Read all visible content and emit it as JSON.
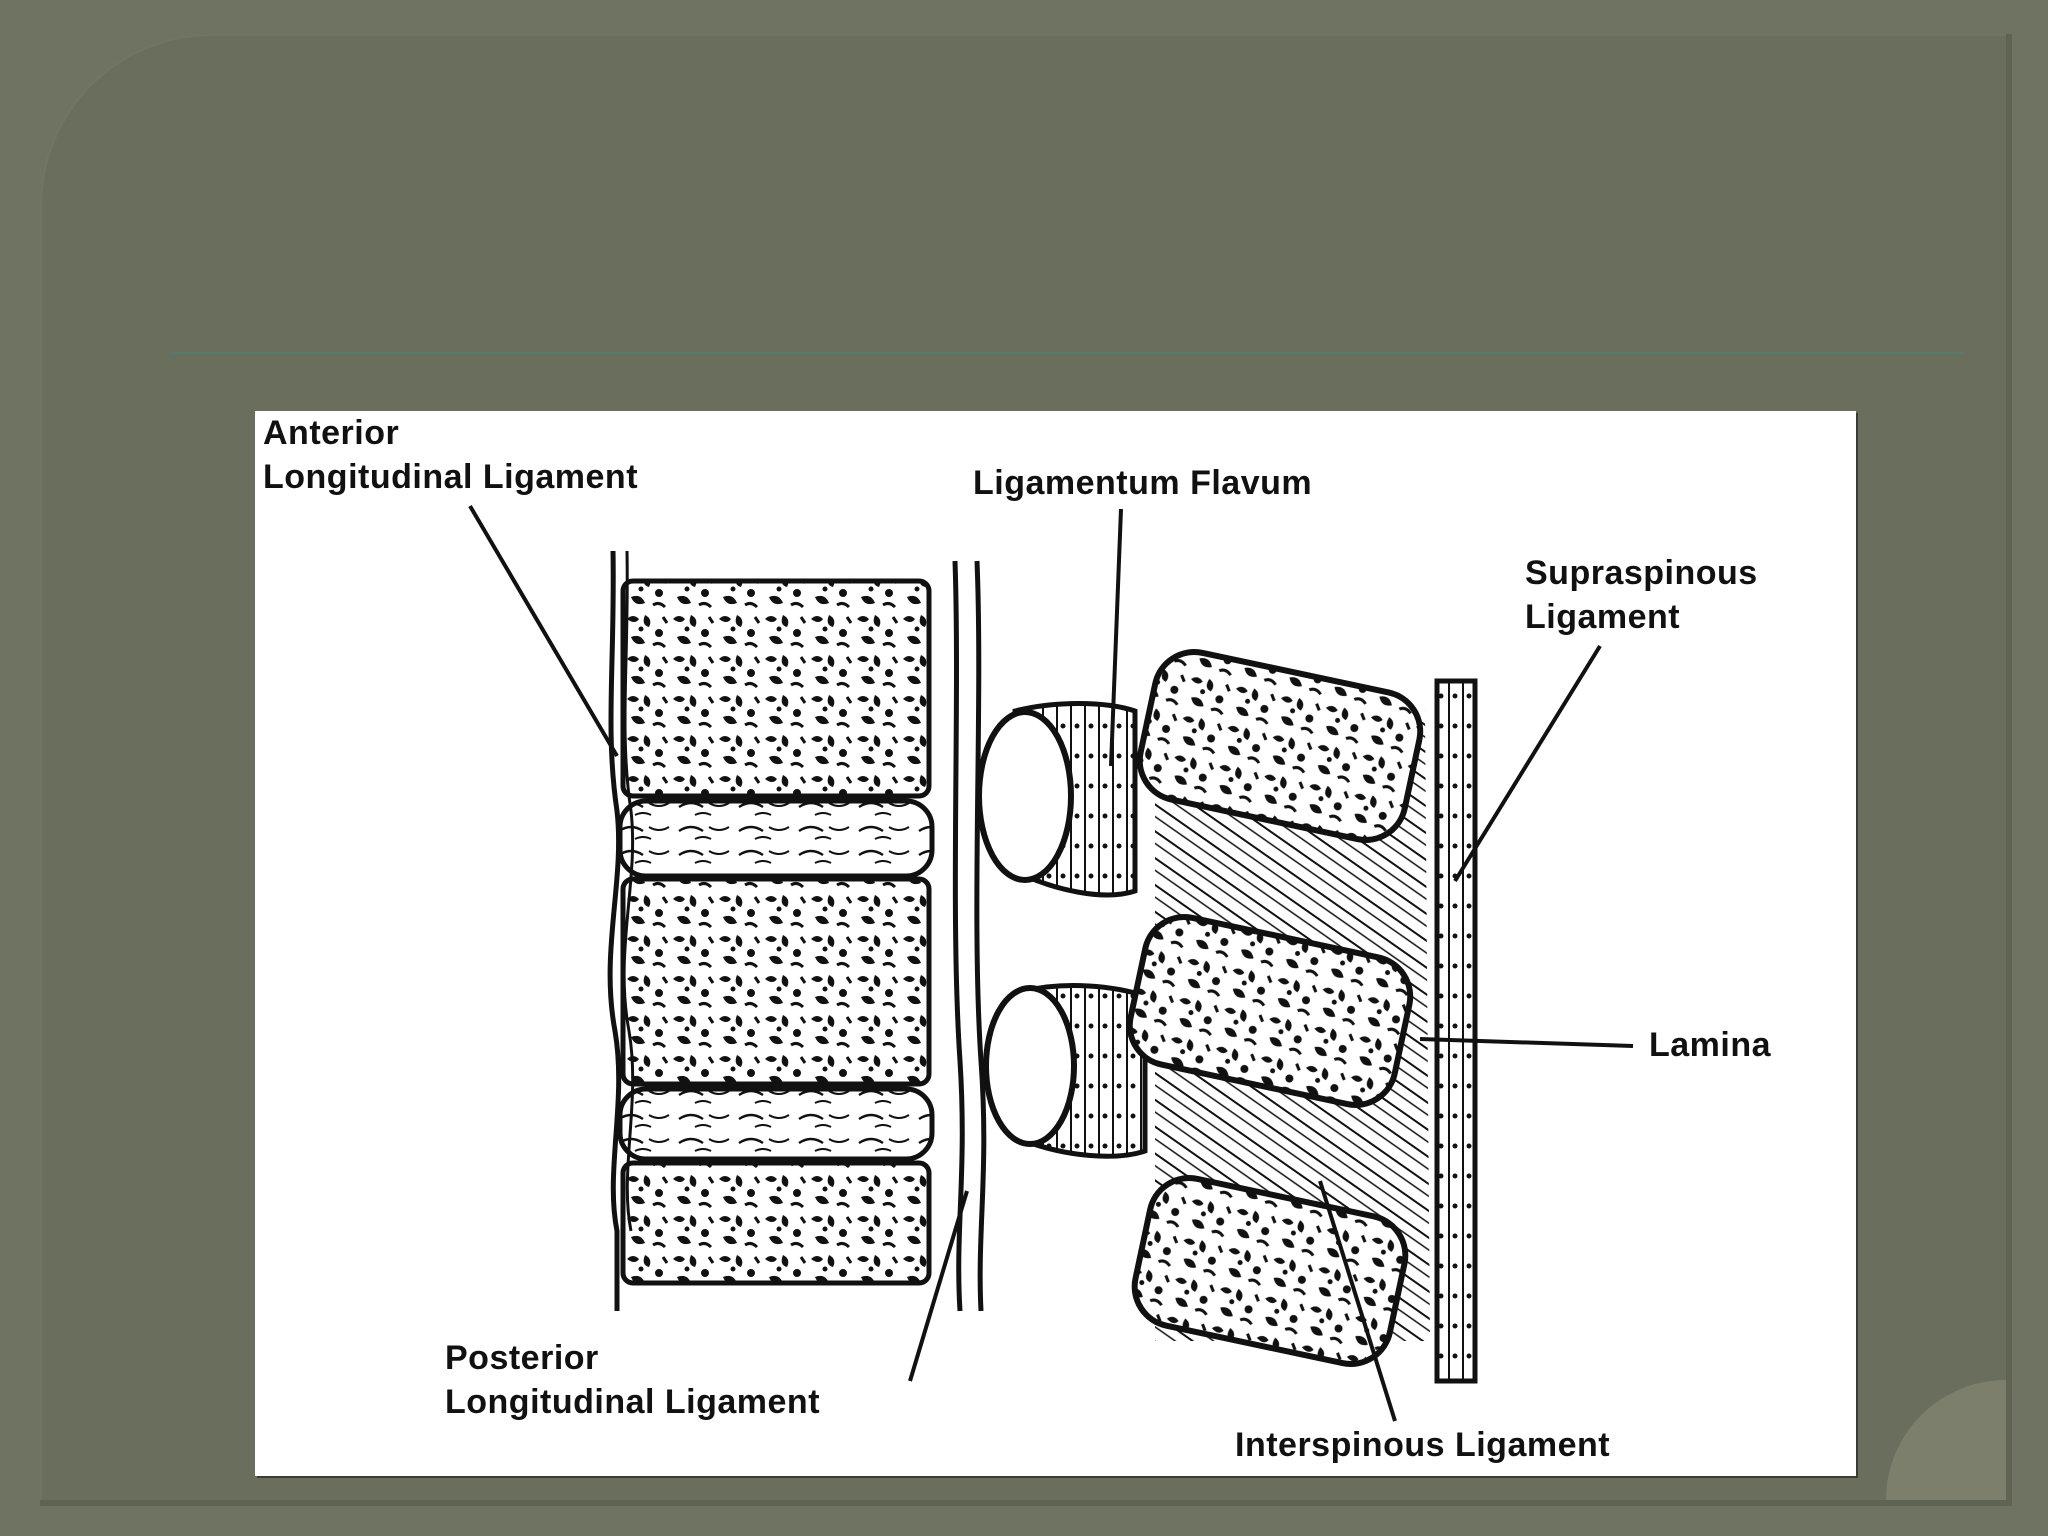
{
  "colors": {
    "background": "#6a6e5c",
    "title_rule": "#4f7f6a",
    "figure_background": "#ffffff",
    "ink": "#111111"
  },
  "diagram": {
    "labels": {
      "anterior_longitudinal_ligament": [
        "Anterior",
        "Longitudinal Ligament"
      ],
      "ligamentum_flavum": "Ligamentum Flavum",
      "supraspinous_ligament": [
        "Supraspinous",
        "Ligament"
      ],
      "lamina": "Lamina",
      "posterior_longitudinal_ligament": [
        "Posterior",
        "Longitudinal Ligament"
      ],
      "interspinous_ligament": "Interspinous Ligament"
    }
  }
}
